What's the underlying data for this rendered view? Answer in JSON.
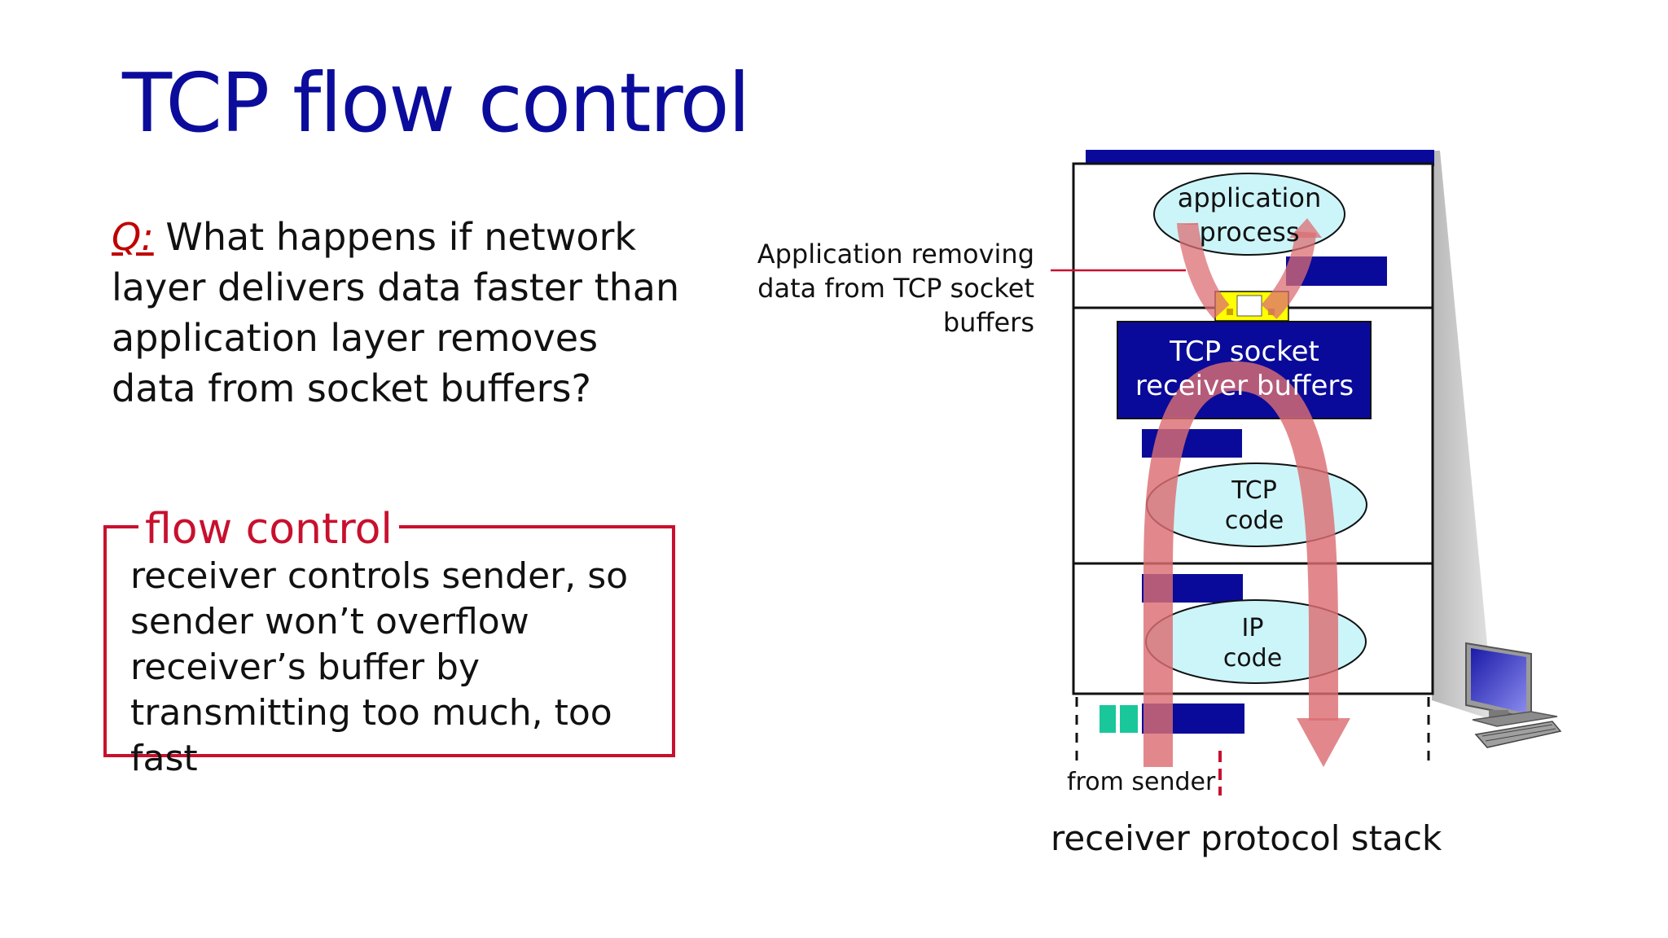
{
  "slide": {
    "title": "TCP flow control",
    "question_label": "Q:",
    "question_text": " What happens if network layer delivers data faster than application layer removes data from socket buffers?"
  },
  "flow_control": {
    "title": "flow control",
    "text": "receiver controls sender, so sender won’t overflow receiver’s buffer by transmitting too much, too fast"
  },
  "diagram": {
    "app_process_line1": "application",
    "app_process_line2": "process",
    "annotation_line1": "Application removing",
    "annotation_line2": "data from TCP socket",
    "annotation_line3": "buffers",
    "socket_buffer_line1": "TCP socket",
    "socket_buffer_line2": "receiver buffers",
    "tcp_code_line1": "TCP",
    "tcp_code_line2": "code",
    "ip_code_line1": "IP",
    "ip_code_line2": "code",
    "from_sender": "from sender",
    "caption": "receiver protocol stack",
    "colors": {
      "title_blue": "#0c0c9c",
      "accent_red": "#c8102e",
      "block_blue": "#0a0a9a",
      "ellipse_fill": "#ccf5f9",
      "arrow_red": "#dc6e73",
      "packet_green": "#19c79a",
      "buffer_yellow": "#ffff00"
    }
  }
}
